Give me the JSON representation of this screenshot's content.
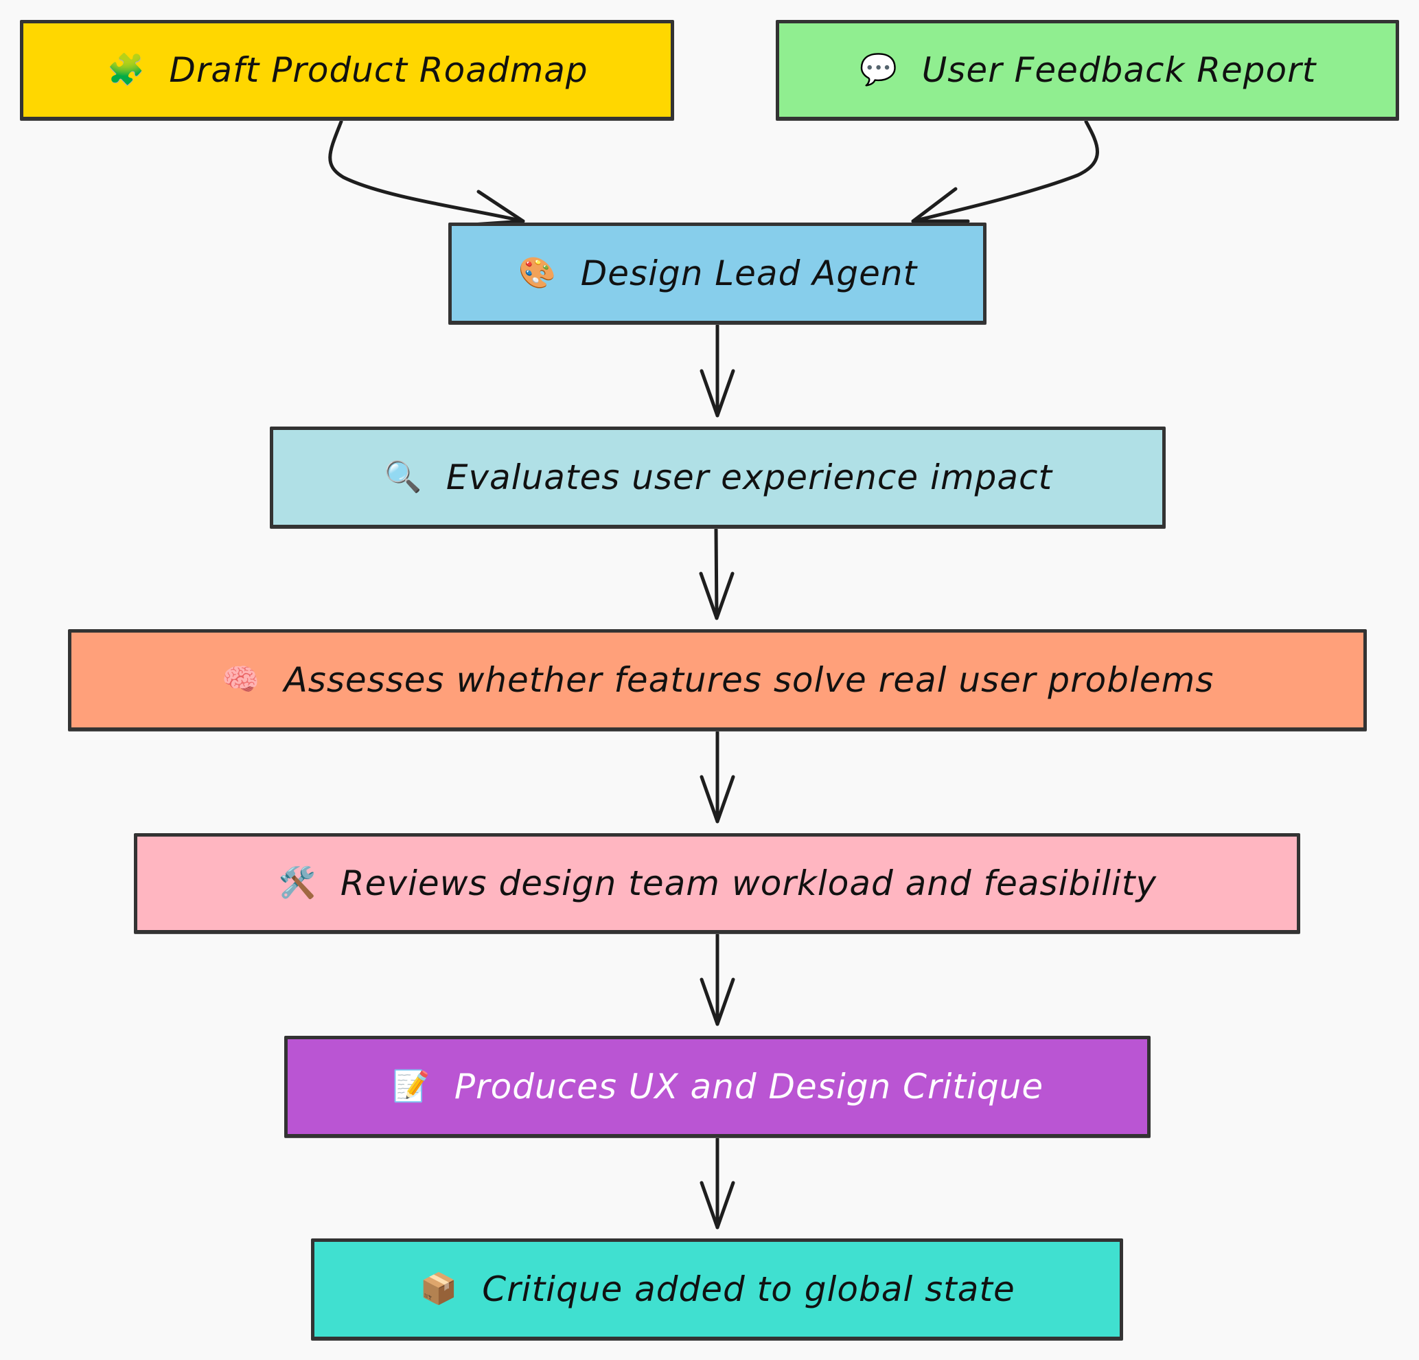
{
  "diagram": {
    "type": "flowchart",
    "style": "hand-drawn",
    "nodes": [
      {
        "id": "roadmap",
        "label": "Draft Product Roadmap",
        "icon": "puzzle-piece-icon",
        "glyph": "🧩",
        "fill": "#FFD700",
        "text_color": "#111111"
      },
      {
        "id": "feedback",
        "label": "User Feedback Report",
        "icon": "speech-bubble-icon",
        "glyph": "💬",
        "fill": "#90EE90",
        "text_color": "#111111"
      },
      {
        "id": "design",
        "label": "Design Lead Agent",
        "icon": "palette-icon",
        "glyph": "🎨",
        "fill": "#87CEEB",
        "text_color": "#111111"
      },
      {
        "id": "evaluate",
        "label": "Evaluates user experience impact",
        "icon": "magnifying-glass-icon",
        "glyph": "🔍",
        "fill": "#B0E0E6",
        "text_color": "#111111"
      },
      {
        "id": "assess",
        "label": "Assesses whether features solve real user problems",
        "icon": "brain-icon",
        "glyph": "🧠",
        "fill": "#FFA07A",
        "text_color": "#111111"
      },
      {
        "id": "review",
        "label": "Reviews design team workload and feasibility",
        "icon": "hammer-wrench-icon",
        "glyph": "🛠️",
        "fill": "#FFB6C1",
        "text_color": "#111111"
      },
      {
        "id": "produce",
        "label": "Produces UX and Design Critique",
        "icon": "memo-icon",
        "glyph": "📝",
        "fill": "#BA55D3",
        "text_color": "#FFFFFF"
      },
      {
        "id": "critique",
        "label": "Critique added to global state",
        "icon": "package-icon",
        "glyph": "📦",
        "fill": "#40E0D0",
        "text_color": "#111111"
      }
    ],
    "edges": [
      {
        "from": "roadmap",
        "to": "design"
      },
      {
        "from": "feedback",
        "to": "design"
      },
      {
        "from": "design",
        "to": "evaluate"
      },
      {
        "from": "evaluate",
        "to": "assess"
      },
      {
        "from": "assess",
        "to": "review"
      },
      {
        "from": "review",
        "to": "produce"
      },
      {
        "from": "produce",
        "to": "critique"
      }
    ],
    "stroke_color": "#333333",
    "background": "#F9F9F9"
  }
}
